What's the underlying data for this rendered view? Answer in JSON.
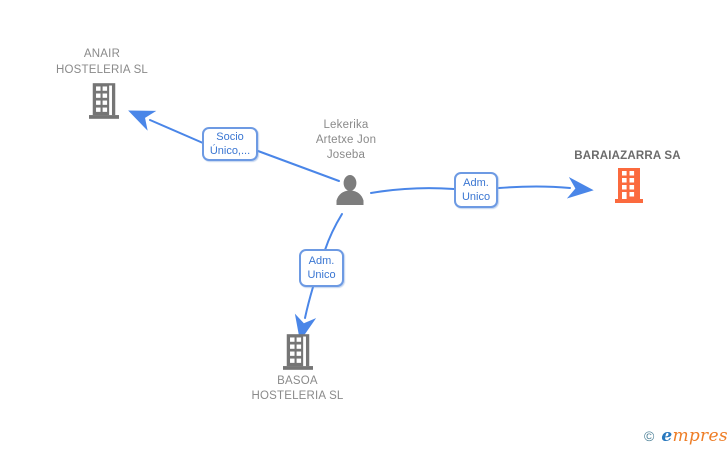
{
  "diagram": {
    "person": {
      "full_name": "Lekerika Artetxe Jon Joseba",
      "line1": "Lekerika",
      "line2": "Artetxe Jon",
      "line3": "Joseba"
    },
    "companies": {
      "anair": {
        "full_name": "ANAIR HOSTELERIA SL",
        "line1": "ANAIR",
        "line2": "HOSTELERIA SL"
      },
      "baraiazarra": {
        "full_name": "BARAIAZARRA SA"
      },
      "basoa": {
        "full_name": "BASOA HOSTELERIA SL",
        "line1": "BASOA",
        "line2": "HOSTELERIA SL"
      }
    },
    "relations": {
      "to_anair": {
        "label": "Socio Único,...",
        "line1": "Socio",
        "line2": "Único,..."
      },
      "to_baraiazarra": {
        "label": "Adm. Unico",
        "line1": "Adm.",
        "line2": "Unico"
      },
      "to_basoa": {
        "label": "Adm. Unico",
        "line1": "Adm.",
        "line2": "Unico"
      }
    }
  },
  "watermark": {
    "copyright_symbol": "©",
    "brand_first_letter": "e",
    "brand_rest": "mpresia",
    "brand_full": "empresia"
  },
  "colors": {
    "edge_blue": "#4a86e8",
    "box_border_blue": "#6d9ae3",
    "box_text_blue": "#3a76d2",
    "label_gray": "#8a8a8a",
    "company_bold_gray": "#6b6b6b",
    "building_gray": "#757575",
    "building_orange": "#fb6a3e",
    "person_gray": "#7d7d7d",
    "brand_blue": "#2878be",
    "brand_orange": "#ee7d26",
    "copyright_teal": "#4a7f96"
  }
}
